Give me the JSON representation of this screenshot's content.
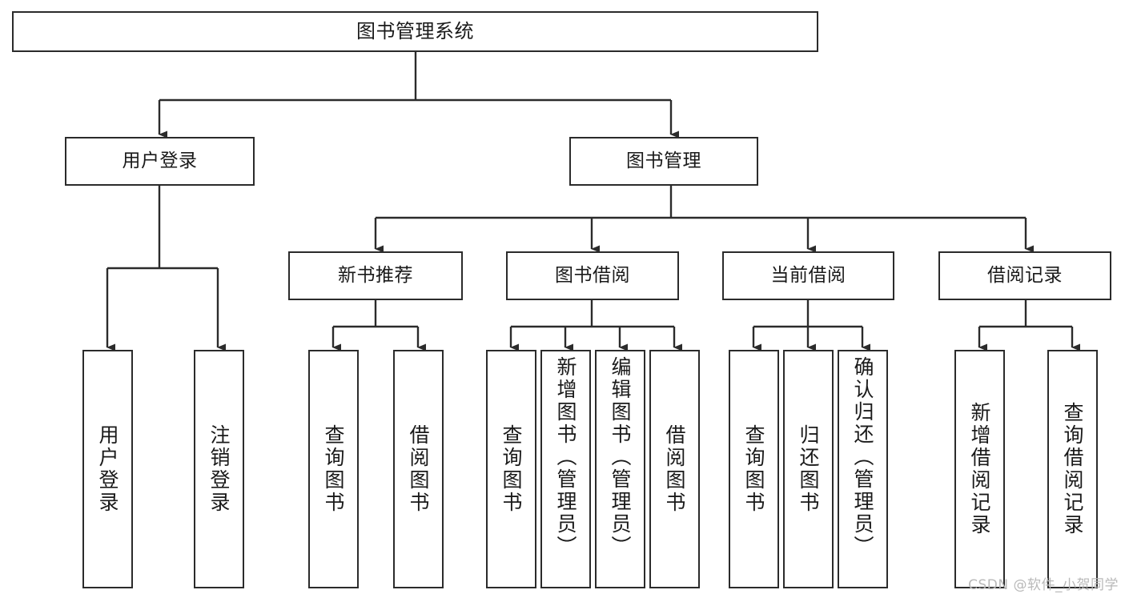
{
  "diagram": {
    "title": "图书管理系统",
    "type": "tree-hierarchy-chart",
    "colors": {
      "border": "#2b2b2b",
      "fill": "#ffffff",
      "text": "#1a1a1a",
      "connector": "#2b2b2b",
      "watermark": "#b9b9b9"
    },
    "root": {
      "label": "图书管理系统"
    },
    "level1": [
      {
        "label": "用户登录"
      },
      {
        "label": "图书管理"
      }
    ],
    "level2": [
      {
        "label": "新书推荐"
      },
      {
        "label": "图书借阅"
      },
      {
        "label": "当前借阅"
      },
      {
        "label": "借阅记录"
      }
    ],
    "leaves": {
      "user_login": [
        {
          "label": "用户登录"
        },
        {
          "label": "注销登录"
        }
      ],
      "new_book_recommend": [
        {
          "label": "查询图书"
        },
        {
          "label": "借阅图书"
        }
      ],
      "book_borrow": [
        {
          "label": "查询图书"
        },
        {
          "label": "新增图书（管理员）"
        },
        {
          "label": "编辑图书（管理员）"
        },
        {
          "label": "借阅图书"
        }
      ],
      "current_borrow": [
        {
          "label": "查询图书"
        },
        {
          "label": "归还图书"
        },
        {
          "label": "确认归还（管理员）"
        }
      ],
      "borrow_record": [
        {
          "label": "新增借阅记录"
        },
        {
          "label": "查询借阅记录"
        }
      ]
    },
    "watermark": "CSDN @软件_小贺同学"
  }
}
